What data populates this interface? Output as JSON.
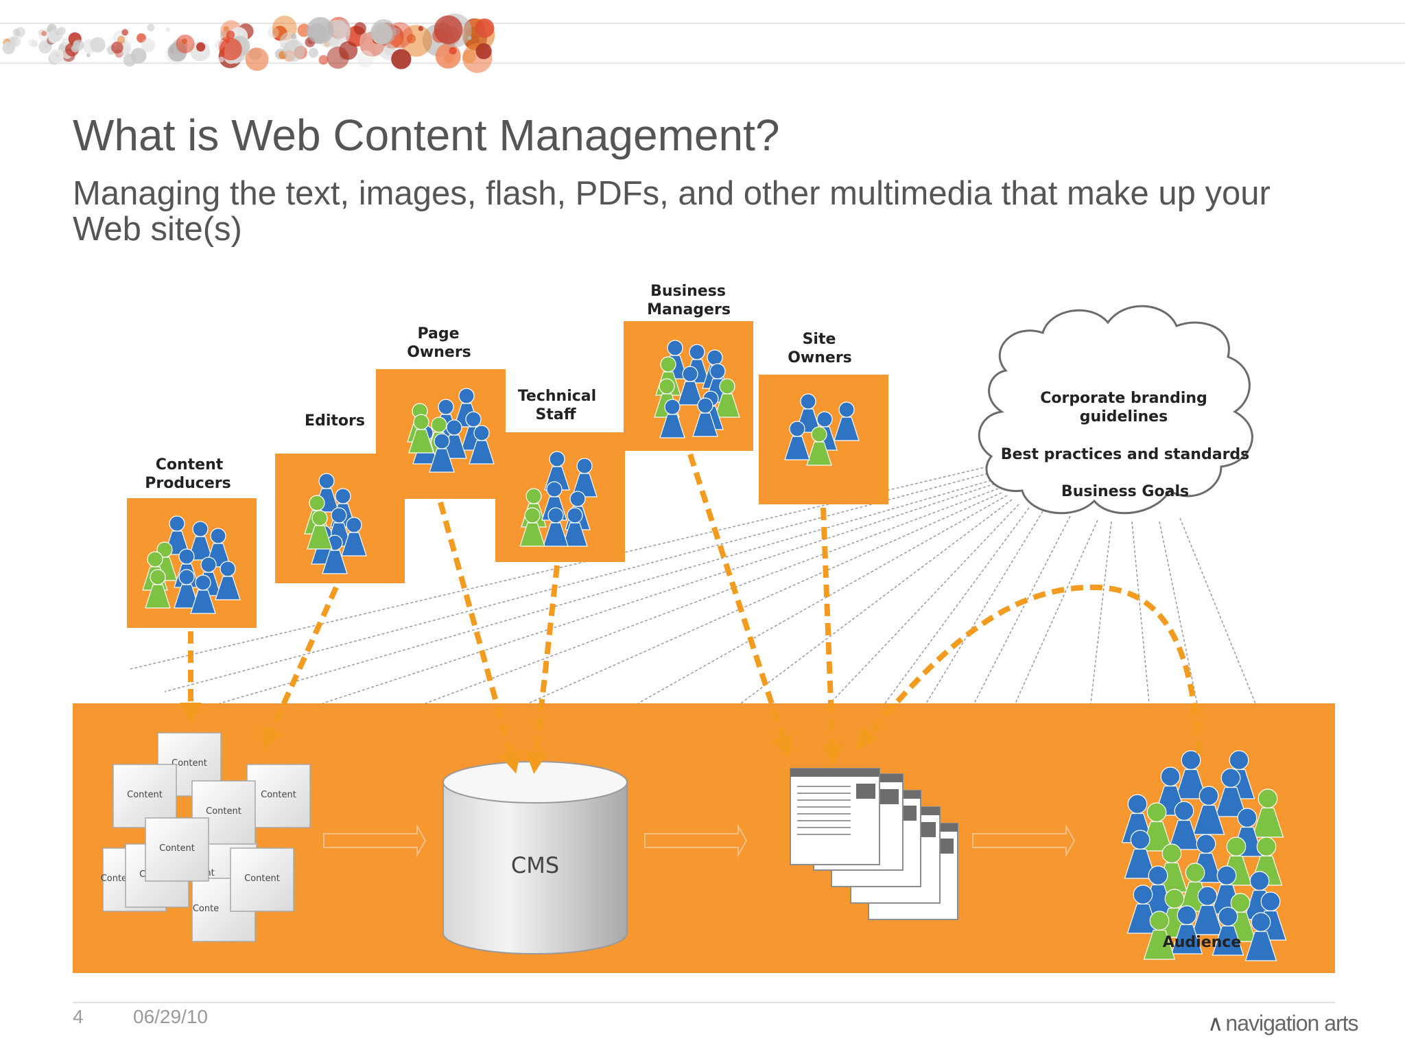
{
  "slide": {
    "title": "What is Web Content Management?",
    "subtitle": "Managing the text, images, flash, PDFs, and other multimedia that make up your Web site(s)",
    "page_number": "4",
    "date": "06/29/10",
    "logo_text": "navigation arts"
  },
  "groups": {
    "content_producers": [
      "Content",
      "Producers"
    ],
    "editors": [
      "Editors"
    ],
    "page_owners": [
      "Page",
      "Owners"
    ],
    "technical_staff": [
      "Technical",
      "Staff"
    ],
    "business_managers": [
      "Business",
      "Managers"
    ],
    "site_owners": [
      "Site",
      "Owners"
    ]
  },
  "cloud": {
    "line1": "Corporate branding",
    "line2": "guidelines",
    "line3": "Best practices and standards",
    "line4": "Business Goals"
  },
  "bottom": {
    "cms_label": "CMS",
    "content_label": "Content",
    "content_partial_ent": "ent",
    "content_partial_conten": "Conten",
    "content_partial_conte": "Conte",
    "audience_label": "Audience"
  },
  "colors": {
    "orange": "#F7972F",
    "blue_person": "#2E74C3",
    "green_person": "#7DC242",
    "arrow": "#F29B1E",
    "text_dark": "#222222",
    "title_gray": "#555555"
  }
}
